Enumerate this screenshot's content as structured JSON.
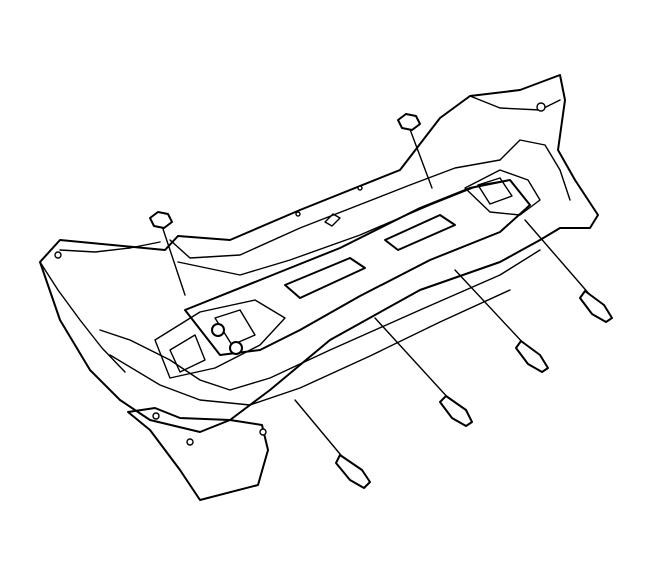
{
  "diagram": {
    "type": "exploded-parts-illustration",
    "labels": [],
    "colors": {
      "line": "#000000",
      "background": "#ffffff"
    },
    "parts": [
      "rear-bumper-fascia",
      "push-in-retainer",
      "push-in-retainer",
      "bolt",
      "bolt",
      "bolt",
      "bolt"
    ]
  }
}
